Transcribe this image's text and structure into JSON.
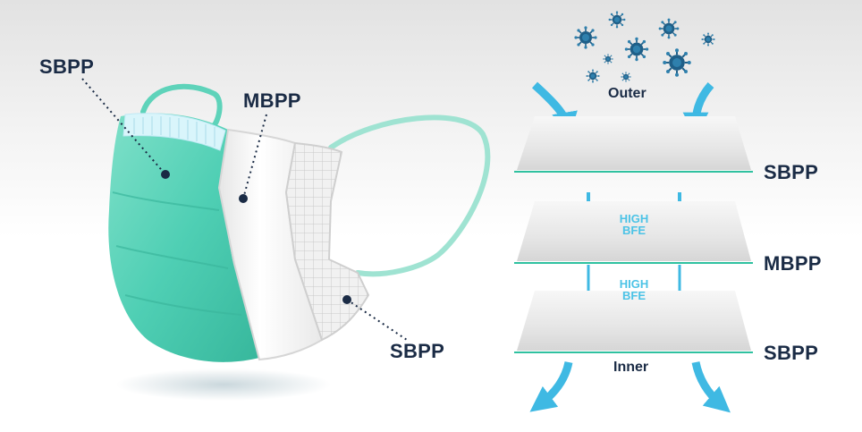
{
  "mask": {
    "label_top_left": "SBPP",
    "label_middle": "MBPP",
    "label_bottom_right": "SBPP"
  },
  "layers": {
    "outer_label": "Outer",
    "inner_label": "Inner",
    "layer1_label": "SBPP",
    "layer2_label": "MBPP",
    "layer3_label": "SBPP",
    "bfe1_line1": "HIGH",
    "bfe1_line2": "BFE",
    "bfe2_line1": "HIGH",
    "bfe2_line2": "BFE"
  },
  "colors": {
    "mask_green": "#4fcfb4",
    "arrow_blue": "#3fb9e3",
    "text_navy": "#1a2b45",
    "layer_edge": "#2fc1a0",
    "virus_blue": "#1f5f88"
  }
}
